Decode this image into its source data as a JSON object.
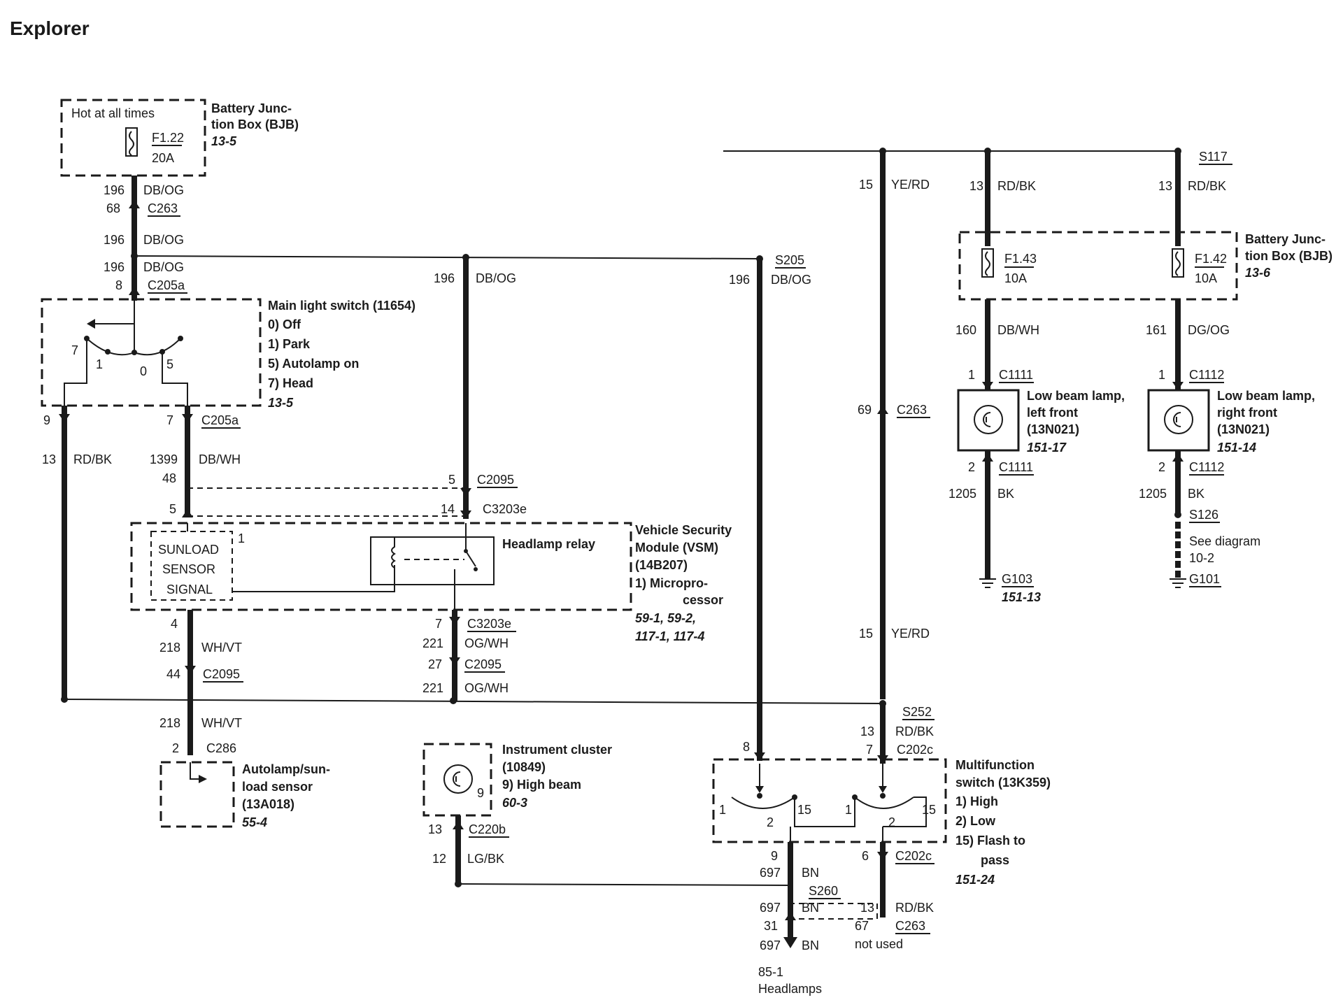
{
  "title": "Explorer",
  "bjb_left": {
    "note": "Hot at all times",
    "fuse": "F1.22",
    "rating": "20A",
    "name1": "Battery Junc-",
    "name2": "tion Box (BJB)",
    "ref": "13-5"
  },
  "bjb_left_out": {
    "c196a": "196",
    "cDBOGa": "DB/OG",
    "pin68": "68",
    "c263": "C263",
    "c196b": "196",
    "cDBOGb": "DB/OG",
    "c196c": "196",
    "cDBOGc": "DB/OG",
    "pin8": "8",
    "c205a": "C205a"
  },
  "main_switch": {
    "name": "Main light switch (11654)",
    "opt0": "0)  Off",
    "opt1": "1)  Park",
    "opt5": "5)  Autolamp on",
    "opt7": "7)  Head",
    "ref": "13-5",
    "p7": "7",
    "p1": "1",
    "p0": "0",
    "p5": "5"
  },
  "switch_out": {
    "pin9": "9",
    "pin7": "7",
    "c205a": "C205a",
    "c13": "13",
    "rdbk": "RD/BK",
    "c1399": "1399",
    "dbwh": "DB/WH",
    "pin48": "48",
    "pin5": "5"
  },
  "mid_feed": {
    "c196": "196",
    "dbog": "DB/OG",
    "pin5": "5",
    "c2095": "C2095",
    "pin14": "14",
    "c3203e": "C3203e"
  },
  "s205": {
    "label": "S205",
    "c196": "196",
    "dbog": "DB/OG"
  },
  "vsm": {
    "sunload1": "SUNLOAD",
    "sunload2": "SENSOR",
    "sunload3": "SIGNAL",
    "pin1": "1",
    "relay": "Headlamp relay",
    "name1": "Vehicle Security",
    "name2": "Module (VSM)",
    "name3": "(14B207)",
    "sub1": "1)    Micropro-",
    "sub2": "cessor",
    "ref1": "59-1, 59-2,",
    "ref2": "117-1, 117-4"
  },
  "vsm_out_left": {
    "pin4": "4",
    "c218a": "218",
    "whvta": "WH/VT",
    "pin44": "44",
    "c2095": "C2095",
    "c218b": "218",
    "whvtb": "WH/VT",
    "pin2": "2",
    "c286": "C286"
  },
  "autolamp": {
    "name1": "Autolamp/sun-",
    "name2": "load sensor",
    "name3": "(13A018)",
    "ref": "55-4"
  },
  "vsm_out_right": {
    "pin7": "7",
    "c3203e": "C3203e",
    "c221a": "221",
    "ogwha": "OG/WH",
    "pin27": "27",
    "c2095": "C2095",
    "c221b": "221",
    "ogwhb": "OG/WH"
  },
  "cluster": {
    "name1": "Instrument cluster",
    "name2": "(10849)",
    "sub": "9)   High beam",
    "ref": "60-3",
    "pin9": "9",
    "pin13": "13",
    "c220b": "C220b",
    "c12": "12",
    "lgbk": "LG/BK"
  },
  "yerd_feed": {
    "c15a": "15",
    "yerda": "YE/RD",
    "pin69": "69",
    "c263": "C263",
    "c15b": "15",
    "yerdb": "YE/RD"
  },
  "s252": {
    "label": "S252",
    "c13": "13",
    "rdbk": "RD/BK",
    "pin8": "8",
    "pin7": "7",
    "c202c": "C202c"
  },
  "multifunction": {
    "name1": "Multifunction",
    "name2": "switch (13K359)",
    "opt1": "1)   High",
    "opt2": "2)   Low",
    "opt15a": "15)  Flash to",
    "opt15b": "pass",
    "ref": "151-24",
    "p1a": "1",
    "p2a": "2",
    "p15a": "15",
    "p1b": "1",
    "p2b": "2",
    "p15b": "15"
  },
  "mf_out": {
    "pin9": "9",
    "c697a": "697",
    "bna": "BN",
    "s260": "S260",
    "c697b": "697",
    "bnb": "BN",
    "pin31": "31",
    "c697c": "697",
    "bnc": "BN",
    "ref": "85-1",
    "dest": "Headlamps",
    "pin6": "6",
    "c202c": "C202c",
    "c13": "13",
    "rdbk": "RD/BK",
    "pin67": "67",
    "c263": "C263",
    "notused": "not used"
  },
  "right_feed": {
    "c13a": "13",
    "rdbka": "RD/BK",
    "c13b": "13",
    "rdbkb": "RD/BK",
    "s117": "S117"
  },
  "bjb_right": {
    "fuse1": "F1.43",
    "rating1": "10A",
    "fuse2": "F1.42",
    "rating2": "10A",
    "name1": "Battery Junc-",
    "name2": "tion Box (BJB)",
    "ref": "13-6"
  },
  "lamp_left": {
    "c160": "160",
    "dbwh": "DB/WH",
    "pin1": "1",
    "c1111a": "C1111",
    "name1": "Low beam lamp,",
    "name2": "left front",
    "name3": "(13N021)",
    "ref": "151-17",
    "pin2": "2",
    "c1111b": "C1111",
    "c1205": "1205",
    "bk": "BK",
    "ground": "G103",
    "gref": "151-13"
  },
  "lamp_right": {
    "c161": "161",
    "dgog": "DG/OG",
    "pin1": "1",
    "c1112a": "C1112",
    "name1": "Low beam lamp,",
    "name2": "right front",
    "name3": "(13N021)",
    "ref": "151-14",
    "pin2": "2",
    "c1112b": "C1112",
    "c1205": "1205",
    "bk": "BK",
    "s126": "S126",
    "see1": "See diagram",
    "see2": "10-2",
    "ground": "G101"
  }
}
